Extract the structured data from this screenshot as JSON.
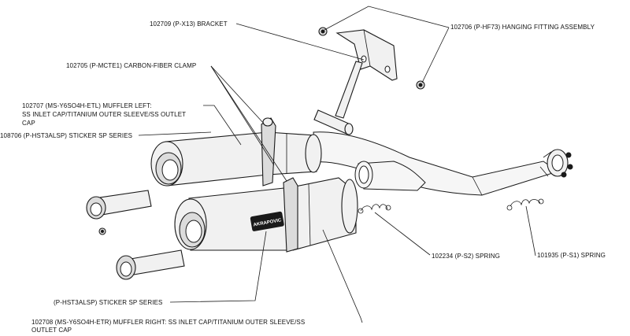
{
  "labels": {
    "bracket": "102709 (P-X13) BRACKET",
    "hanging_fitting": "102706 (P-HF73) HANGING FITTING ASSEMBLY",
    "clamp": "102705 (P-MCTE1) CARBON-FIBER CLAMP",
    "muffler_left_l1": "102707 (MS-Y6SO4H-ETL) MUFFLER LEFT:",
    "muffler_left_l2": "SS INLET CAP/TITANIUM OUTER SLEEVE/SS OUTLET",
    "muffler_left_l3": "CAP",
    "sticker_top": "108706 (P-HST3ALSP) STICKER SP SERIES",
    "spring_s2": "102234 (P-S2) SPRING",
    "spring_s1": "101935 (P-S1) SPRING",
    "sticker_bottom": "(P-HST3ALSP) STICKER SP SERIES",
    "muffler_right_l1": "102708 (MS-Y6SO4H-ETR) MUFFLER RIGHT: SS INLET CAP/TITANIUM OUTER SLEEVE/SS",
    "muffler_right_l2": "OUTLET CAP"
  },
  "logo_text": "AKRAPOVIC"
}
